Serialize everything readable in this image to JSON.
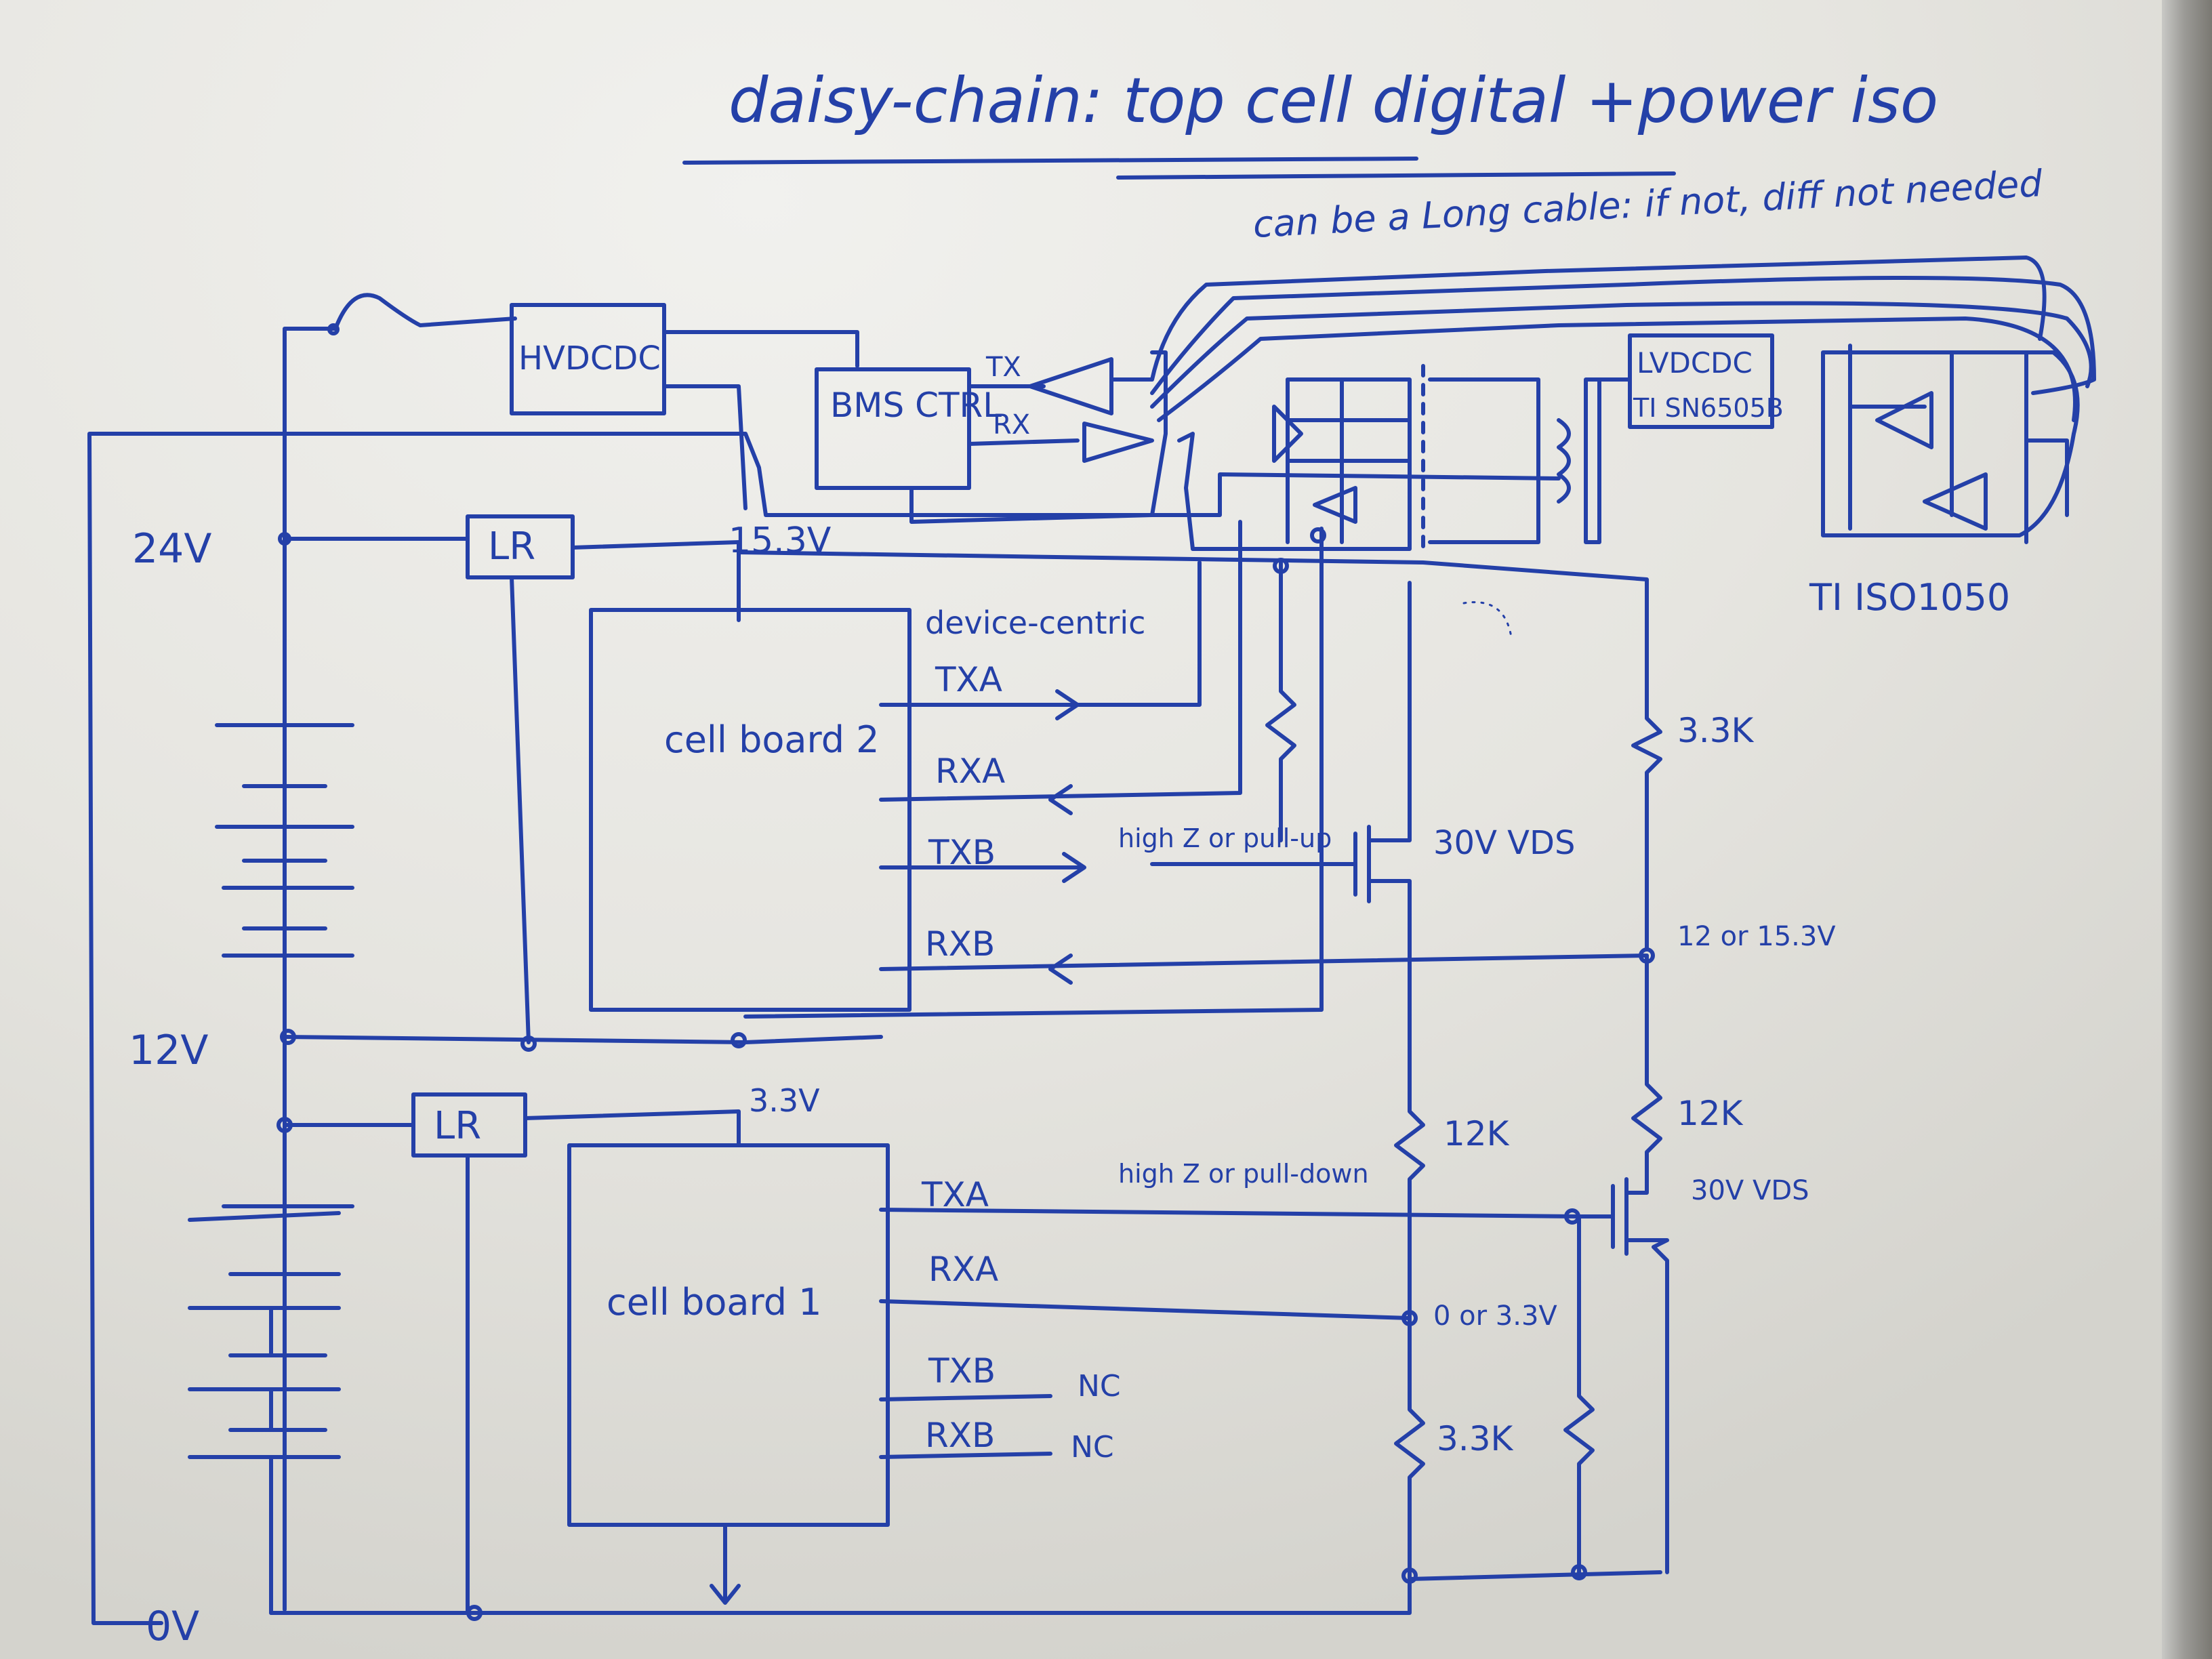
{
  "title": "daisy-chain: top cell digital +power iso",
  "note": "can be a Long cable: if not, diff not needed",
  "voltages": {
    "v24": "24V",
    "v12": "12V",
    "v0": "0V",
    "v153": "15.3V",
    "v33": "3.3V",
    "v12_or_153": "12 or 15.3V",
    "v0_or_33": "0 or 3.3V"
  },
  "blocks": {
    "hvdcdc": "HVDCDC",
    "bms": "BMS CTRL",
    "lr_top": "LR",
    "lr_bot": "LR",
    "lvdcdc": "LVDCDC",
    "lvdcdc_part": "TI SN6505B",
    "iso_part": "TI ISO1050",
    "cell2": "cell board 2",
    "cell1": "cell board 1"
  },
  "pins": {
    "tx": "TX",
    "rx": "RX",
    "c2_txa": "TXA",
    "c2_rxa": "RXA",
    "c2_txb": "TXB",
    "c2_rxb": "RXB",
    "c1_txa": "TXA",
    "c1_rxa": "RXA",
    "c1_txb": "TXB",
    "c1_rxb": "RXB",
    "nc1": "NC",
    "nc2": "NC"
  },
  "annotations": {
    "device_centric": "device-centric",
    "high_z_pullup": "high Z or pull-up",
    "high_z_pulldown": "high Z or pull-down",
    "fet_top": "30V VDS",
    "fet_bot": "30V VDS"
  },
  "resistors": {
    "r1": "3.3K",
    "r2": "12K",
    "r3": "12K",
    "r4": "3.3K"
  },
  "colors": {
    "ink": "#2440a8",
    "board": "#e7e6e1"
  }
}
